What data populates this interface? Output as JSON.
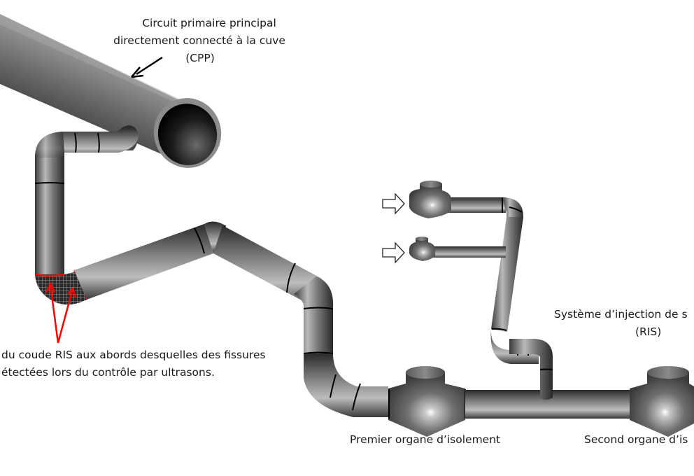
{
  "diagram": {
    "labels": {
      "cpp": {
        "line1": "Circuit primaire principal",
        "line2": "directement connecté à la cuve",
        "line3": "(CPP)"
      },
      "cracks": {
        "line1": "du coude RIS aux abords desquelles des fissures",
        "line2": "étectées lors du contrôle par ultrasons."
      },
      "ris": {
        "line1": "Système d’injection de s",
        "line2": "(RIS)"
      },
      "valve1": "Premier organe d’isolement",
      "valve2": "Second organe d’is"
    },
    "colors": {
      "pipe_dark": "#2e2e2e",
      "pipe_light": "#bdbdbd",
      "crack_highlight": "#ff0000",
      "background": "#ffffff"
    },
    "flow_arrows": [
      "inlet-arrow-upper",
      "inlet-arrow-lower"
    ]
  }
}
